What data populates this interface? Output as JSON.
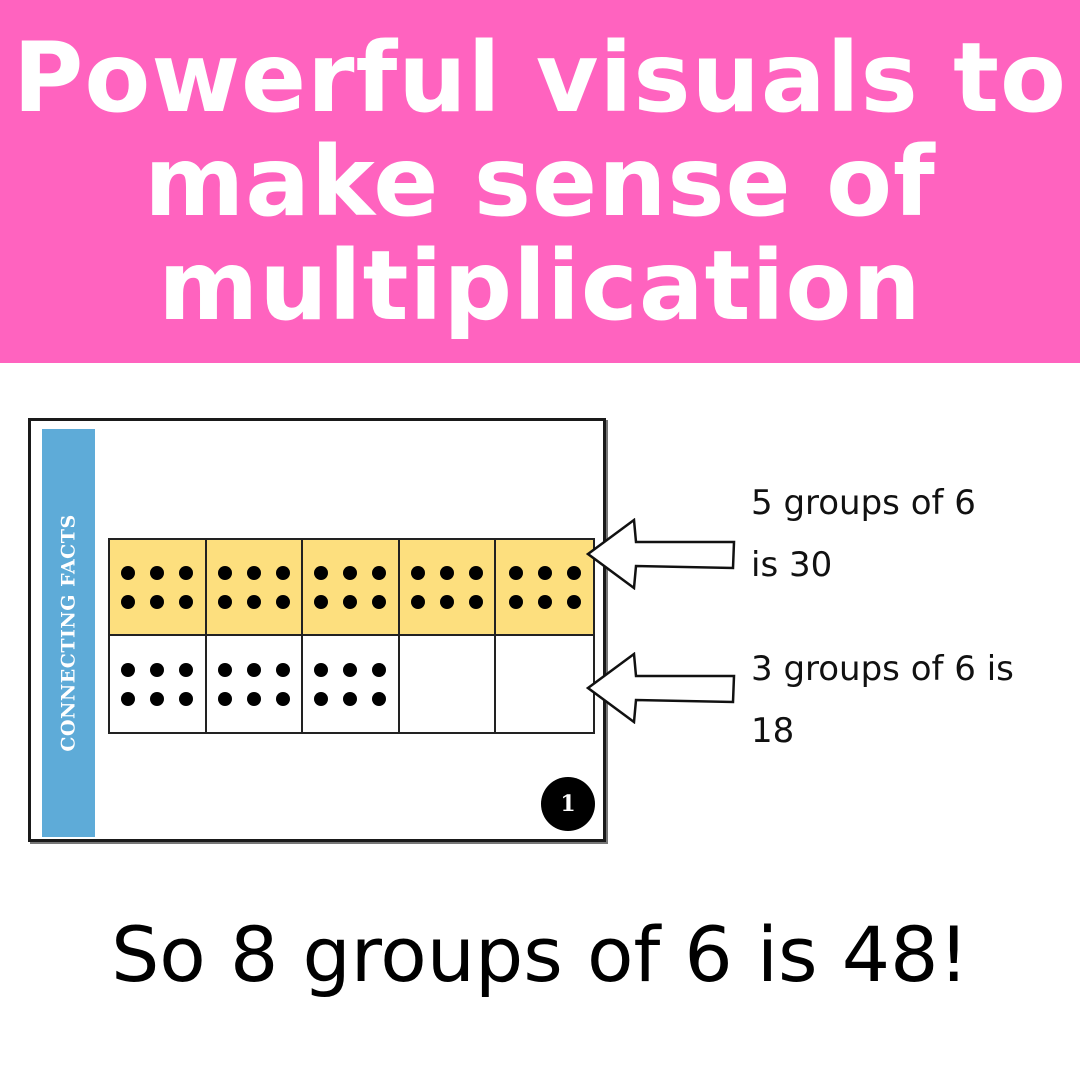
{
  "banner": {
    "lines": [
      "Powerful visuals to",
      "make sense of",
      "multiplication"
    ],
    "background": "#ff63bf",
    "text_color": "#ffffff"
  },
  "card": {
    "side_label": "CONNECTING FACTS",
    "side_color": "#5eabd8",
    "page_number": "1",
    "grid": {
      "columns": 5,
      "rows": 2,
      "dots_per_group": 6,
      "highlight_color": "#fddf7e",
      "row_1": {
        "filled_groups": 5,
        "highlighted": true
      },
      "row_2": {
        "filled_groups": 3,
        "highlighted": false
      }
    }
  },
  "annotations": [
    {
      "text": "5 groups of 6 is 30",
      "line1": "5 groups of 6",
      "line2": "is 30"
    },
    {
      "text": "3 groups of 6 is 18",
      "line1": "3 groups of 6 is",
      "line2": "18"
    }
  ],
  "conclusion": "So 8 groups of 6 is 48!"
}
